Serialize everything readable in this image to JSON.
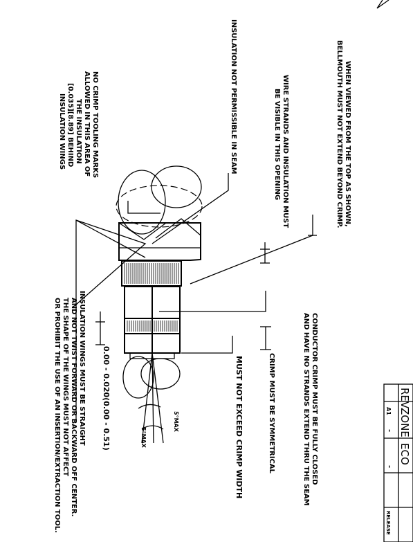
{
  "notes": {
    "bellmouth": [
      "WHEN VIEWED FROM THE TOP AS SHOWN,",
      "BELLMOUTH MUST NOT EXTEND BEYOND CRIMP."
    ],
    "wire_strands": [
      "WIRE STRANDS AND INSULATION MUST",
      "BE VISIBLE IN THIS OPENING"
    ],
    "seam": [
      "INSULATION NOT PERMISSIBLE IN SEAM"
    ],
    "tooling_marks": [
      "NO CRIMP TOOLING MARKS",
      "ALLOWED IN THIS AREA OF",
      "THE INSULATION",
      "[0.035][8.89] BEHIND",
      "INSULATION WINGS"
    ],
    "conductor_crimp": [
      "CONDUCTOR CRIMP MUST BE FULLY CLOSED",
      "AND HAVE NO STRANDS EXTEND THRU THE SEAM"
    ],
    "symmetrical": [
      "CRIMP MUST BE SYMMETRICAL"
    ],
    "crimp_width": [
      "MUST NOT EXCEED CRIMP WIDTH"
    ],
    "tolerance": [
      "0.00 - 0.020(0.00 - 0.51)"
    ],
    "angle_top": "5°MAX",
    "angle_bottom": "5°MAX",
    "insulation_wings": [
      "INSULATION WINGS MUST BE STRAIGHT",
      "AND NOT TWIST FORWARD OR BACKWARD OFF CENTER.",
      "THE SHAPE OF THE WINGS MUST NOT AFFECT",
      "OR PROHIBIT THE USE OF AN INSERTION/EXTRACTION TOOL."
    ]
  },
  "rev_table": {
    "headers": [
      "REV",
      "ZONE",
      "ECO"
    ],
    "row": [
      "A1",
      "-",
      "-"
    ],
    "extra": "RELEASE"
  }
}
